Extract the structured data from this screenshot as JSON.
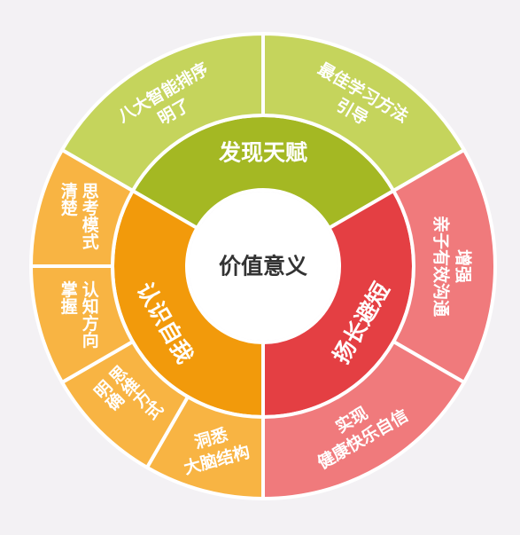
{
  "center": {
    "label": "价值意义"
  },
  "colors": {
    "background": "#f3f1f4",
    "green_inner": "#a4b823",
    "green_outer": "#c5d45c",
    "red_inner": "#e43f43",
    "red_outer": "#f07a7c",
    "orange_inner": "#f29a0b",
    "orange_outer": "#f8b443",
    "center_fill": "#ffffff",
    "stroke": "#ffffff"
  },
  "inner": [
    {
      "id": "discover",
      "label": "发现天赋",
      "color": "green_inner"
    },
    {
      "id": "strengths",
      "label": "扬长避短",
      "color": "red_inner"
    },
    {
      "id": "self",
      "label": "认识自我",
      "color": "orange_inner"
    }
  ],
  "outer": [
    {
      "id": "o1",
      "lines": [
        "八大智能排序",
        "明了"
      ],
      "color": "green_outer"
    },
    {
      "id": "o2",
      "lines": [
        "最佳学习方法",
        "引导"
      ],
      "color": "green_outer"
    },
    {
      "id": "o3",
      "lines": [
        "亲子有效沟通",
        "增强"
      ],
      "color": "red_outer"
    },
    {
      "id": "o4",
      "lines": [
        "实现",
        "健康快乐自信"
      ],
      "color": "red_outer"
    },
    {
      "id": "o5",
      "lines": [
        "洞悉",
        "大脑结构"
      ],
      "color": "orange_outer"
    },
    {
      "id": "o6",
      "lines": [
        "思维方式",
        "明确"
      ],
      "color": "orange_outer"
    },
    {
      "id": "o7",
      "lines": [
        "认知方向",
        "掌握"
      ],
      "color": "orange_outer"
    },
    {
      "id": "o8",
      "lines": [
        "思考模式",
        "清楚"
      ],
      "color": "orange_outer"
    }
  ]
}
